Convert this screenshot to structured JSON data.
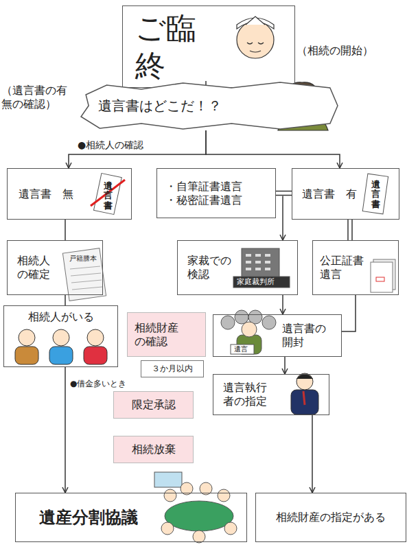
{
  "diagram": {
    "nodes": [
      {
        "text": [
          "ご臨終"
        ]
      },
      {
        "text": [
          "遺言書はどこだ！？"
        ]
      },
      {
        "text": [
          "遺言書　無"
        ]
      },
      {
        "text": [
          "・自筆証書遺言",
          "・秘密証書遺言"
        ]
      },
      {
        "text": [
          "遺言書　有"
        ]
      },
      {
        "text": [
          "相続人の確定"
        ]
      },
      {
        "text": [
          "家裁での検認"
        ]
      },
      {
        "text": [
          "公正証書遺言"
        ]
      },
      {
        "text": [
          "相続人がいる"
        ]
      },
      {
        "text": [
          "相続財産の確認"
        ]
      },
      {
        "text": [
          "遺言書の開封"
        ]
      },
      {
        "text": [
          "３か月以内"
        ]
      },
      {
        "text": [
          "限定承認"
        ]
      },
      {
        "text": [
          "相続放棄"
        ]
      },
      {
        "text": [
          "遺言執行者の指定"
        ]
      },
      {
        "text": [
          "遺産分割協議"
        ]
      },
      {
        "text": [
          "相続財産の指定がある"
        ]
      }
    ],
    "edges": [
      {
        "from": 0,
        "to": 1,
        "arrow": "none"
      },
      {
        "from": 1,
        "to": 2,
        "arrow": "to"
      },
      {
        "from": 1,
        "to": 4,
        "arrow": "to"
      },
      {
        "from": 3,
        "to": 4,
        "arrow": "none"
      },
      {
        "from": 3,
        "to": 6,
        "arrow": "to"
      },
      {
        "from": 4,
        "to": 7,
        "arrow": "none"
      },
      {
        "from": 2,
        "to": 5,
        "arrow": "none"
      },
      {
        "from": 5,
        "to": 8,
        "arrow": "none"
      },
      {
        "from": 8,
        "to": 15,
        "arrow": "to"
      },
      {
        "from": 6,
        "to": 10,
        "arrow": "to"
      },
      {
        "from": 7,
        "to": 10,
        "arrow": "none"
      },
      {
        "from": 10,
        "to": 14,
        "arrow": "to"
      },
      {
        "from": 14,
        "to": 16,
        "arrow": "to"
      }
    ],
    "labels": [
      "（相続の開始）",
      "（遺言書の有無の確認）",
      "●相続人の確認",
      "●借金多いとき",
      "遺言書",
      "遺言書",
      "戸籍謄本",
      "家庭裁判所",
      "遺言"
    ]
  }
}
